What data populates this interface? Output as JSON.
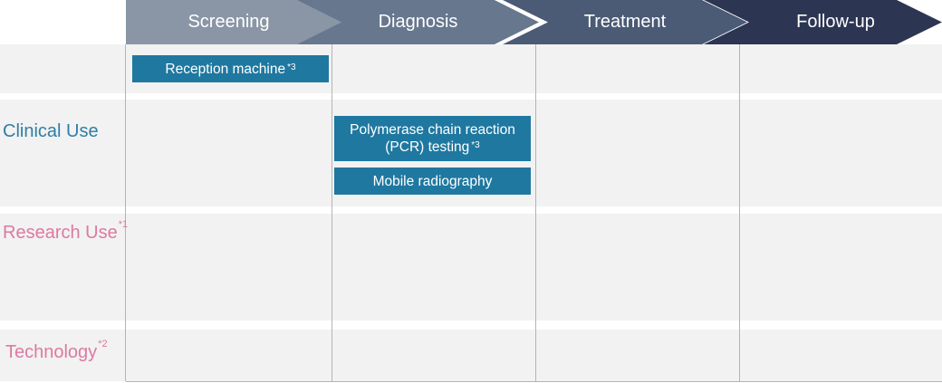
{
  "header": {
    "stages": [
      {
        "label": "Screening"
      },
      {
        "label": "Diagnosis"
      },
      {
        "label": "Treatment"
      },
      {
        "label": "Follow-up"
      }
    ]
  },
  "rows": [
    {
      "label": "",
      "note": ""
    },
    {
      "label": "Clinical Use",
      "note": ""
    },
    {
      "label": "Research Use",
      "note": "*1"
    },
    {
      "label": "Technology",
      "note": "*2"
    }
  ],
  "entries": [
    {
      "text": "Reception machine",
      "note": "*3",
      "stage": "Screening",
      "row": 0
    },
    {
      "text_line1": "Polymerase chain reaction",
      "text_line2": "(PCR) testing",
      "note": "*3",
      "stage": "Diagnosis",
      "row": 1
    },
    {
      "text": "Mobile radiography",
      "note": "",
      "stage": "Diagnosis",
      "row": 1
    }
  ],
  "colors": {
    "chevron_screening": "#8a96a6",
    "chevron_diagnosis": "#66778e",
    "chevron_treatment": "#4b5a75",
    "chevron_followup": "#2c3552",
    "entry_box": "#1f78a0",
    "clinical_label": "#2f7ea5",
    "research_label": "#dc7aa1",
    "band": "#f2f2f2"
  }
}
